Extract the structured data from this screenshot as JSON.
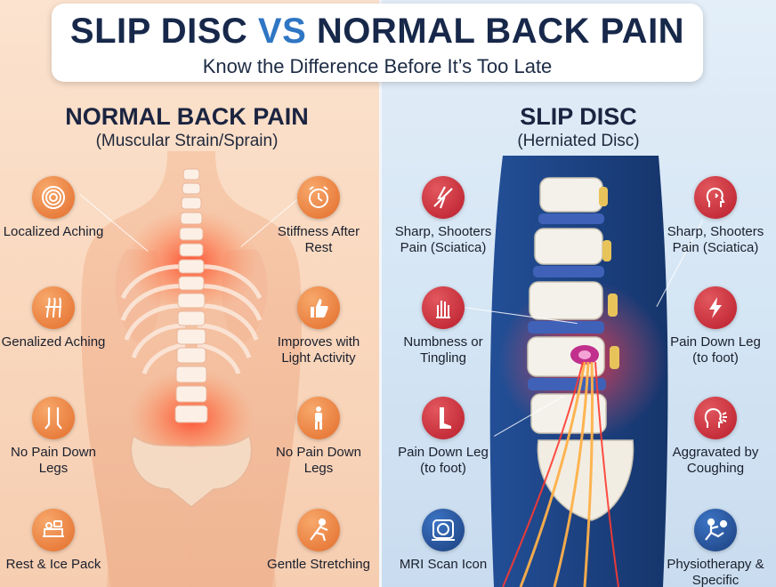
{
  "header": {
    "title_part1": "SLIP DISC",
    "title_vs": "VS",
    "title_part2": "NORMAL BACK PAIN",
    "subtitle": "Know the Difference Before It’s Too Late"
  },
  "left": {
    "title": "NORMAL BACK PAIN",
    "subtitle": "(Muscular Strain/Sprain)",
    "features_left": [
      {
        "label": "Localized Aching",
        "icon": "concentric-rings-icon"
      },
      {
        "label": "Genalized Aching",
        "icon": "muscle-fibers-icon"
      },
      {
        "label": "No Pain Down Legs",
        "icon": "legs-icon"
      },
      {
        "label": "Rest & Ice Pack",
        "icon": "bed-rest-icon"
      }
    ],
    "features_right": [
      {
        "label": "Stiffness After Rest",
        "icon": "alarm-clock-icon"
      },
      {
        "label": "Improves with Light Activity",
        "icon": "thumbs-up-icon"
      },
      {
        "label": "No Pain Down Legs",
        "icon": "standing-person-icon"
      },
      {
        "label": "Gentle Stretching",
        "icon": "stretching-person-icon"
      }
    ]
  },
  "right": {
    "title": "SLIP DISC",
    "subtitle": "(Herniated Disc)",
    "features_left": [
      {
        "label": "Sharp, Shooters Pain (Sciatica)",
        "icon": "lightning-slash-icon"
      },
      {
        "label": "Numbness or Tingling",
        "icon": "tingling-hand-icon"
      },
      {
        "label": "Pain Down Leg (to foot)",
        "icon": "leg-foot-icon"
      },
      {
        "label": "MRI Scan Icon",
        "icon": "mri-scanner-icon"
      }
    ],
    "features_right": [
      {
        "label": "Sharp, Shooters Pain (Sciatica)",
        "icon": "head-pain-icon"
      },
      {
        "label": "Pain Down Leg (to foot)",
        "icon": "lightning-bolt-icon"
      },
      {
        "label": "Aggravated by Coughing",
        "icon": "coughing-head-icon"
      },
      {
        "label": "Physiotherapy & Specific",
        "icon": "physiotherapy-icon"
      }
    ]
  },
  "colors": {
    "left_icon": "#e36d2b",
    "right_icon_red": "#b91d2c",
    "right_icon_navy": "#1c3f7e",
    "title_text": "#17284a",
    "title_vs": "#2f76c4"
  }
}
